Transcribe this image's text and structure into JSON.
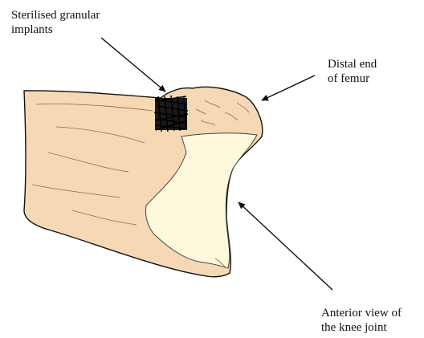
{
  "labels": {
    "implants": {
      "line1": "Sterilised granular",
      "line2": "implants"
    },
    "distal_end": {
      "line1": "Distal end",
      "line2": "of femur"
    },
    "anterior_view": {
      "line1": "Anterior view of",
      "line2": "the knee joint"
    }
  },
  "colors": {
    "bone_fill": "#f6d8b4",
    "joint_surface_fill": "#fdf8dc",
    "outline": "#111111",
    "implant_mass": "#000000"
  }
}
